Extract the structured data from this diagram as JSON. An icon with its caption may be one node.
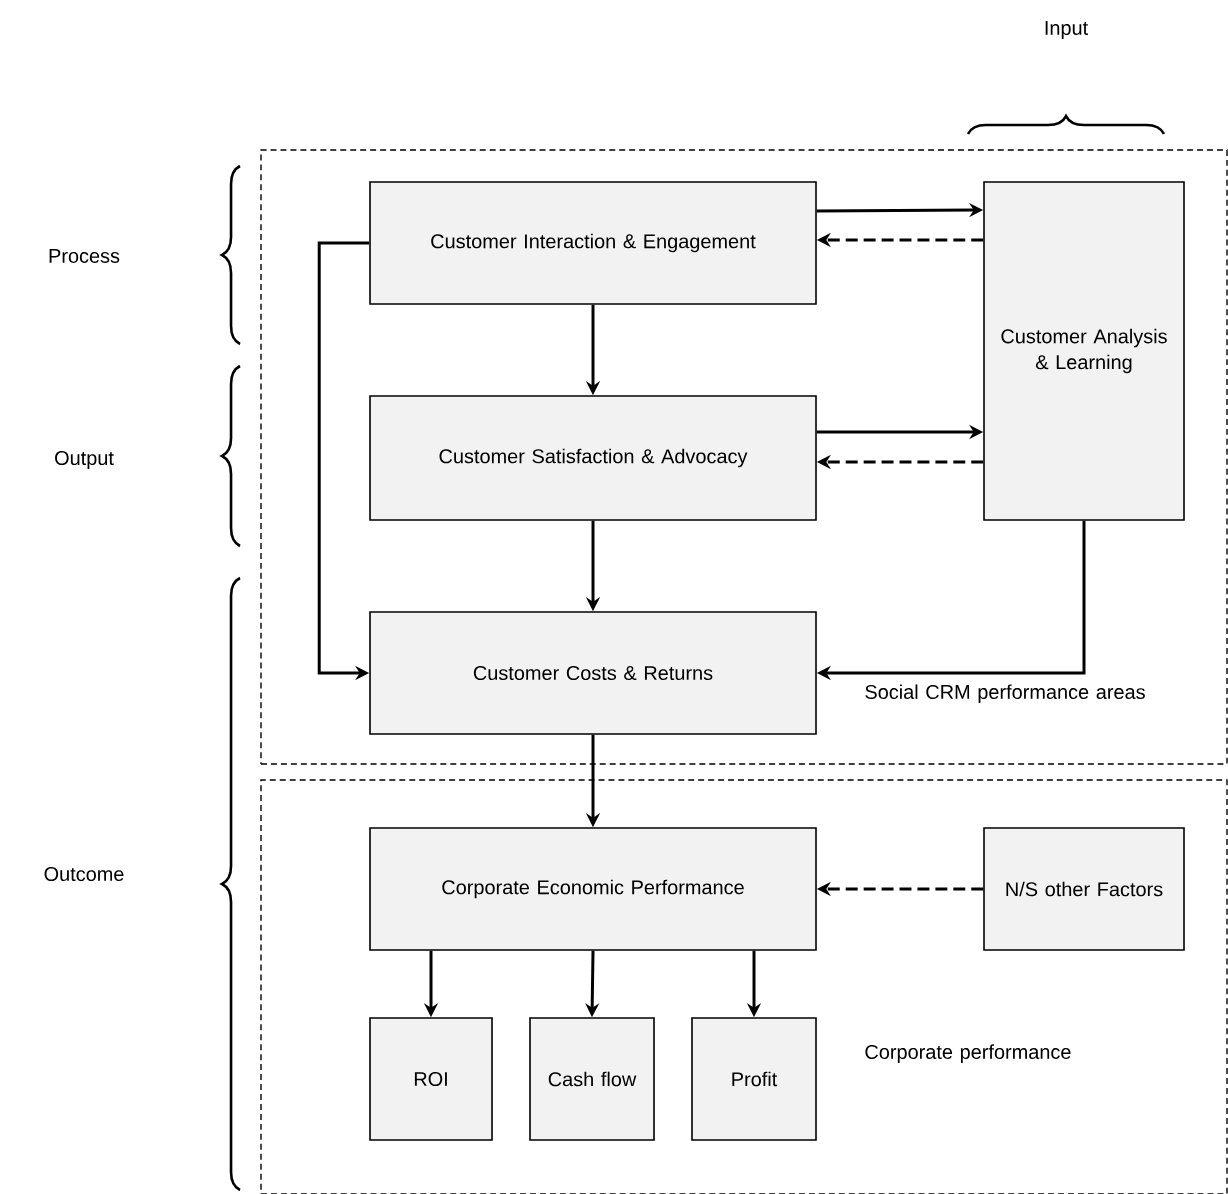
{
  "diagram": {
    "nodes": [
      {
        "text": [
          "Social CRM performance areas"
        ]
      },
      {
        "text": [
          "Customer Interaction & Engagement"
        ],
        "in": 0
      },
      {
        "text": [
          "Customer Satisfaction & Advocacy"
        ],
        "in": 0
      },
      {
        "text": [
          "Customer Analysis & Learning"
        ],
        "in": 0
      },
      {
        "text": [
          "Customer Costs & Returns"
        ],
        "in": 0
      },
      {
        "text": [
          "Corporate performance"
        ]
      },
      {
        "text": [
          "Corporate Economic Performance"
        ],
        "in": 5
      },
      {
        "text": [
          "N/S other Factors"
        ],
        "in": 5
      },
      {
        "text": [
          "ROI"
        ],
        "in": 5
      },
      {
        "text": [
          "Cash flow"
        ],
        "in": 5
      },
      {
        "text": [
          "Profit"
        ],
        "in": 5
      }
    ],
    "edges": [
      {
        "from": 1,
        "to": 3,
        "arrow": "to"
      },
      {
        "from": 3,
        "to": 1,
        "arrow": "to",
        "style": "dashed"
      },
      {
        "from": 1,
        "to": 2,
        "arrow": "to"
      },
      {
        "from": 2,
        "to": 3,
        "arrow": "to"
      },
      {
        "from": 3,
        "to": 2,
        "arrow": "to",
        "style": "dashed"
      },
      {
        "from": 2,
        "to": 4,
        "arrow": "to"
      },
      {
        "from": 1,
        "to": 4,
        "arrow": "to"
      },
      {
        "from": 3,
        "to": 4,
        "arrow": "to"
      },
      {
        "from": 4,
        "to": 6,
        "arrow": "to"
      },
      {
        "from": 7,
        "to": 6,
        "arrow": "to",
        "style": "dashed"
      },
      {
        "from": 6,
        "to": 8,
        "arrow": "to"
      },
      {
        "from": 6,
        "to": 9,
        "arrow": "to"
      },
      {
        "from": 6,
        "to": 10,
        "arrow": "to"
      }
    ],
    "labels": [
      "Input",
      "Process",
      "Output",
      "Outcome"
    ]
  }
}
